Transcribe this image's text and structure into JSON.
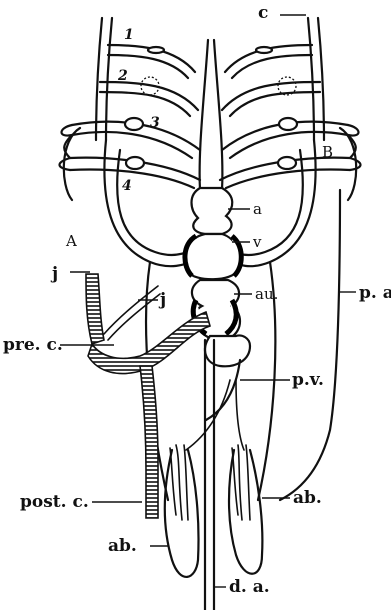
{
  "labels": {
    "arch_1": "1",
    "arch_2": "2",
    "arch_3": "3",
    "arch_4": "4",
    "c": "c",
    "A": "A",
    "B": "B",
    "a": "a",
    "v": "v",
    "au": "au.",
    "pa": "p. a.,",
    "j_outer": "j",
    "j_inner": "j",
    "prec": "pre. c.",
    "pv": "p.v.",
    "postc": "post. c.",
    "ab_right": "ab.",
    "ab_left": "ab.",
    "da": "d. a."
  }
}
